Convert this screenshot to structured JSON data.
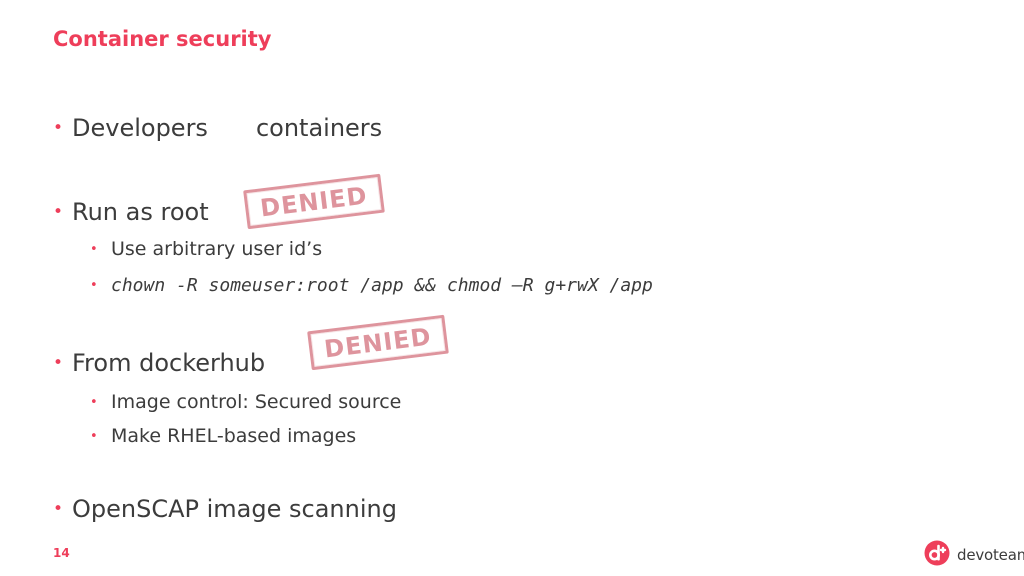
{
  "slide": {
    "title": "Container security",
    "page_number": "14"
  },
  "bullets": {
    "developers": {
      "word1": "Developers",
      "word2": "containers"
    },
    "run_as_root": {
      "text": "Run as root",
      "stamp": "DENIED",
      "sub1": "Use arbitrary user id’s",
      "sub2": "chown -R someuser:root /app && chmod –R g+rwX /app"
    },
    "dockerhub": {
      "text": "From dockerhub",
      "stamp": "DENIED",
      "sub1": "Image control: Secured source",
      "sub2": "Make RHEL-based images"
    },
    "openscap": {
      "text": "OpenSCAP image scanning"
    }
  },
  "logo": {
    "text": "devoteam",
    "icon": "devoteam-logo-icon",
    "color": "#ee3e5a"
  },
  "colors": {
    "accent": "#ee3e5a",
    "stamp": "#d9828c",
    "text": "#3c3c3c"
  }
}
